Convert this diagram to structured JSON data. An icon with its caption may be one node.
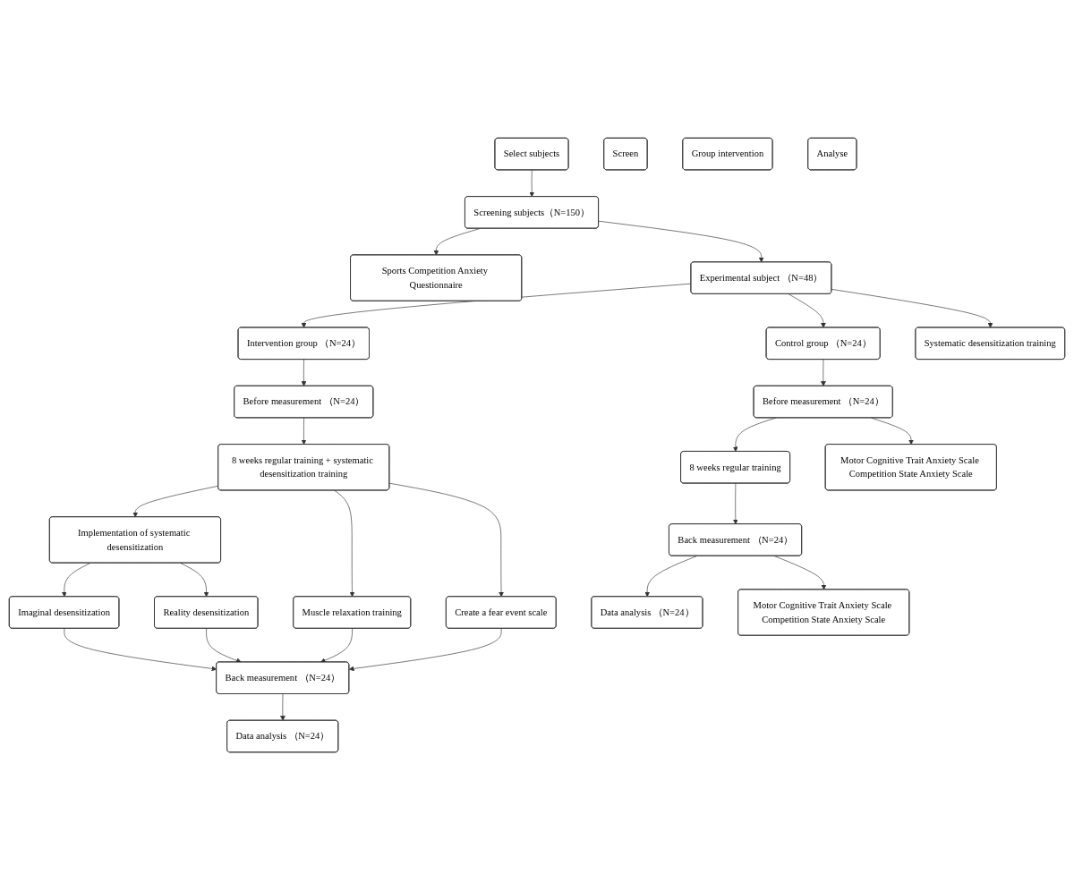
{
  "diagram": {
    "nodes": [
      {
        "text": [
          "Screen"
        ]
      },
      {
        "text": [
          "Group intervention"
        ]
      },
      {
        "text": [
          "Analyse"
        ]
      },
      {
        "text": [
          "Select subjects"
        ]
      },
      {
        "text": [
          "Screening subjects（N=150）"
        ]
      },
      {
        "text": [
          "Sports Competition Anxiety Questionnaire"
        ]
      },
      {
        "text": [
          "Experimental subject （N=48）"
        ]
      },
      {
        "text": [
          "Systematic desensitization training"
        ]
      },
      {
        "text": [
          "Intervention group （N=24）"
        ]
      },
      {
        "text": [
          "Control group （N=24）"
        ]
      },
      {
        "text": [
          "Before measurement （N=24）"
        ]
      },
      {
        "text": [
          "Before measurement （N=24）"
        ]
      },
      {
        "text": [
          "Motor Cognitive Trait Anxiety Scale Competition State Anxiety Scale"
        ]
      },
      {
        "text": [
          "8 weeks regular training + systematic desensitization training"
        ]
      },
      {
        "text": [
          "8 weeks regular training"
        ]
      },
      {
        "text": [
          "Muscle relaxation training"
        ]
      },
      {
        "text": [
          "Implementation of systematic desensitization"
        ]
      },
      {
        "text": [
          "Create a fear event scale"
        ]
      },
      {
        "text": [
          "Imaginal desensitization"
        ]
      },
      {
        "text": [
          "Reality desensitization"
        ]
      },
      {
        "text": [
          "Back measurement （N=24）"
        ]
      },
      {
        "text": [
          "Back measurement （N=24）"
        ]
      },
      {
        "text": [
          "Motor Cognitive Trait Anxiety Scale Competition State Anxiety Scale"
        ]
      },
      {
        "text": [
          "Data analysis （N=24）"
        ]
      },
      {
        "text": [
          "Data analysis （N=24）"
        ]
      }
    ],
    "edges": [
      {
        "from": 3,
        "to": 4,
        "arrow": "to"
      },
      {
        "from": 4,
        "to": 5,
        "arrow": "to"
      },
      {
        "from": 4,
        "to": 6,
        "arrow": "to"
      },
      {
        "from": 6,
        "to": 7,
        "arrow": "to"
      },
      {
        "from": 6,
        "to": 8,
        "arrow": "to"
      },
      {
        "from": 6,
        "to": 9,
        "arrow": "to"
      },
      {
        "from": 8,
        "to": 10,
        "arrow": "to"
      },
      {
        "from": 9,
        "to": 11,
        "arrow": "to"
      },
      {
        "from": 11,
        "to": 12,
        "arrow": "to"
      },
      {
        "from": 10,
        "to": 13,
        "arrow": "to"
      },
      {
        "from": 11,
        "to": 14,
        "arrow": "to"
      },
      {
        "from": 13,
        "to": 15,
        "arrow": "to"
      },
      {
        "from": 13,
        "to": 16,
        "arrow": "to"
      },
      {
        "from": 13,
        "to": 17,
        "arrow": "to"
      },
      {
        "from": 16,
        "to": 18,
        "arrow": "to"
      },
      {
        "from": 16,
        "to": 19,
        "arrow": "to"
      },
      {
        "from": 18,
        "to": 20,
        "arrow": "to"
      },
      {
        "from": 19,
        "to": 20,
        "arrow": "to"
      },
      {
        "from": 15,
        "to": 20,
        "arrow": "to"
      },
      {
        "from": 17,
        "to": 20,
        "arrow": "to"
      },
      {
        "from": 14,
        "to": 21,
        "arrow": "to"
      },
      {
        "from": 21,
        "to": 22,
        "arrow": "to"
      },
      {
        "from": 20,
        "to": 23,
        "arrow": "to"
      },
      {
        "from": 21,
        "to": 24,
        "arrow": "to"
      }
    ]
  }
}
